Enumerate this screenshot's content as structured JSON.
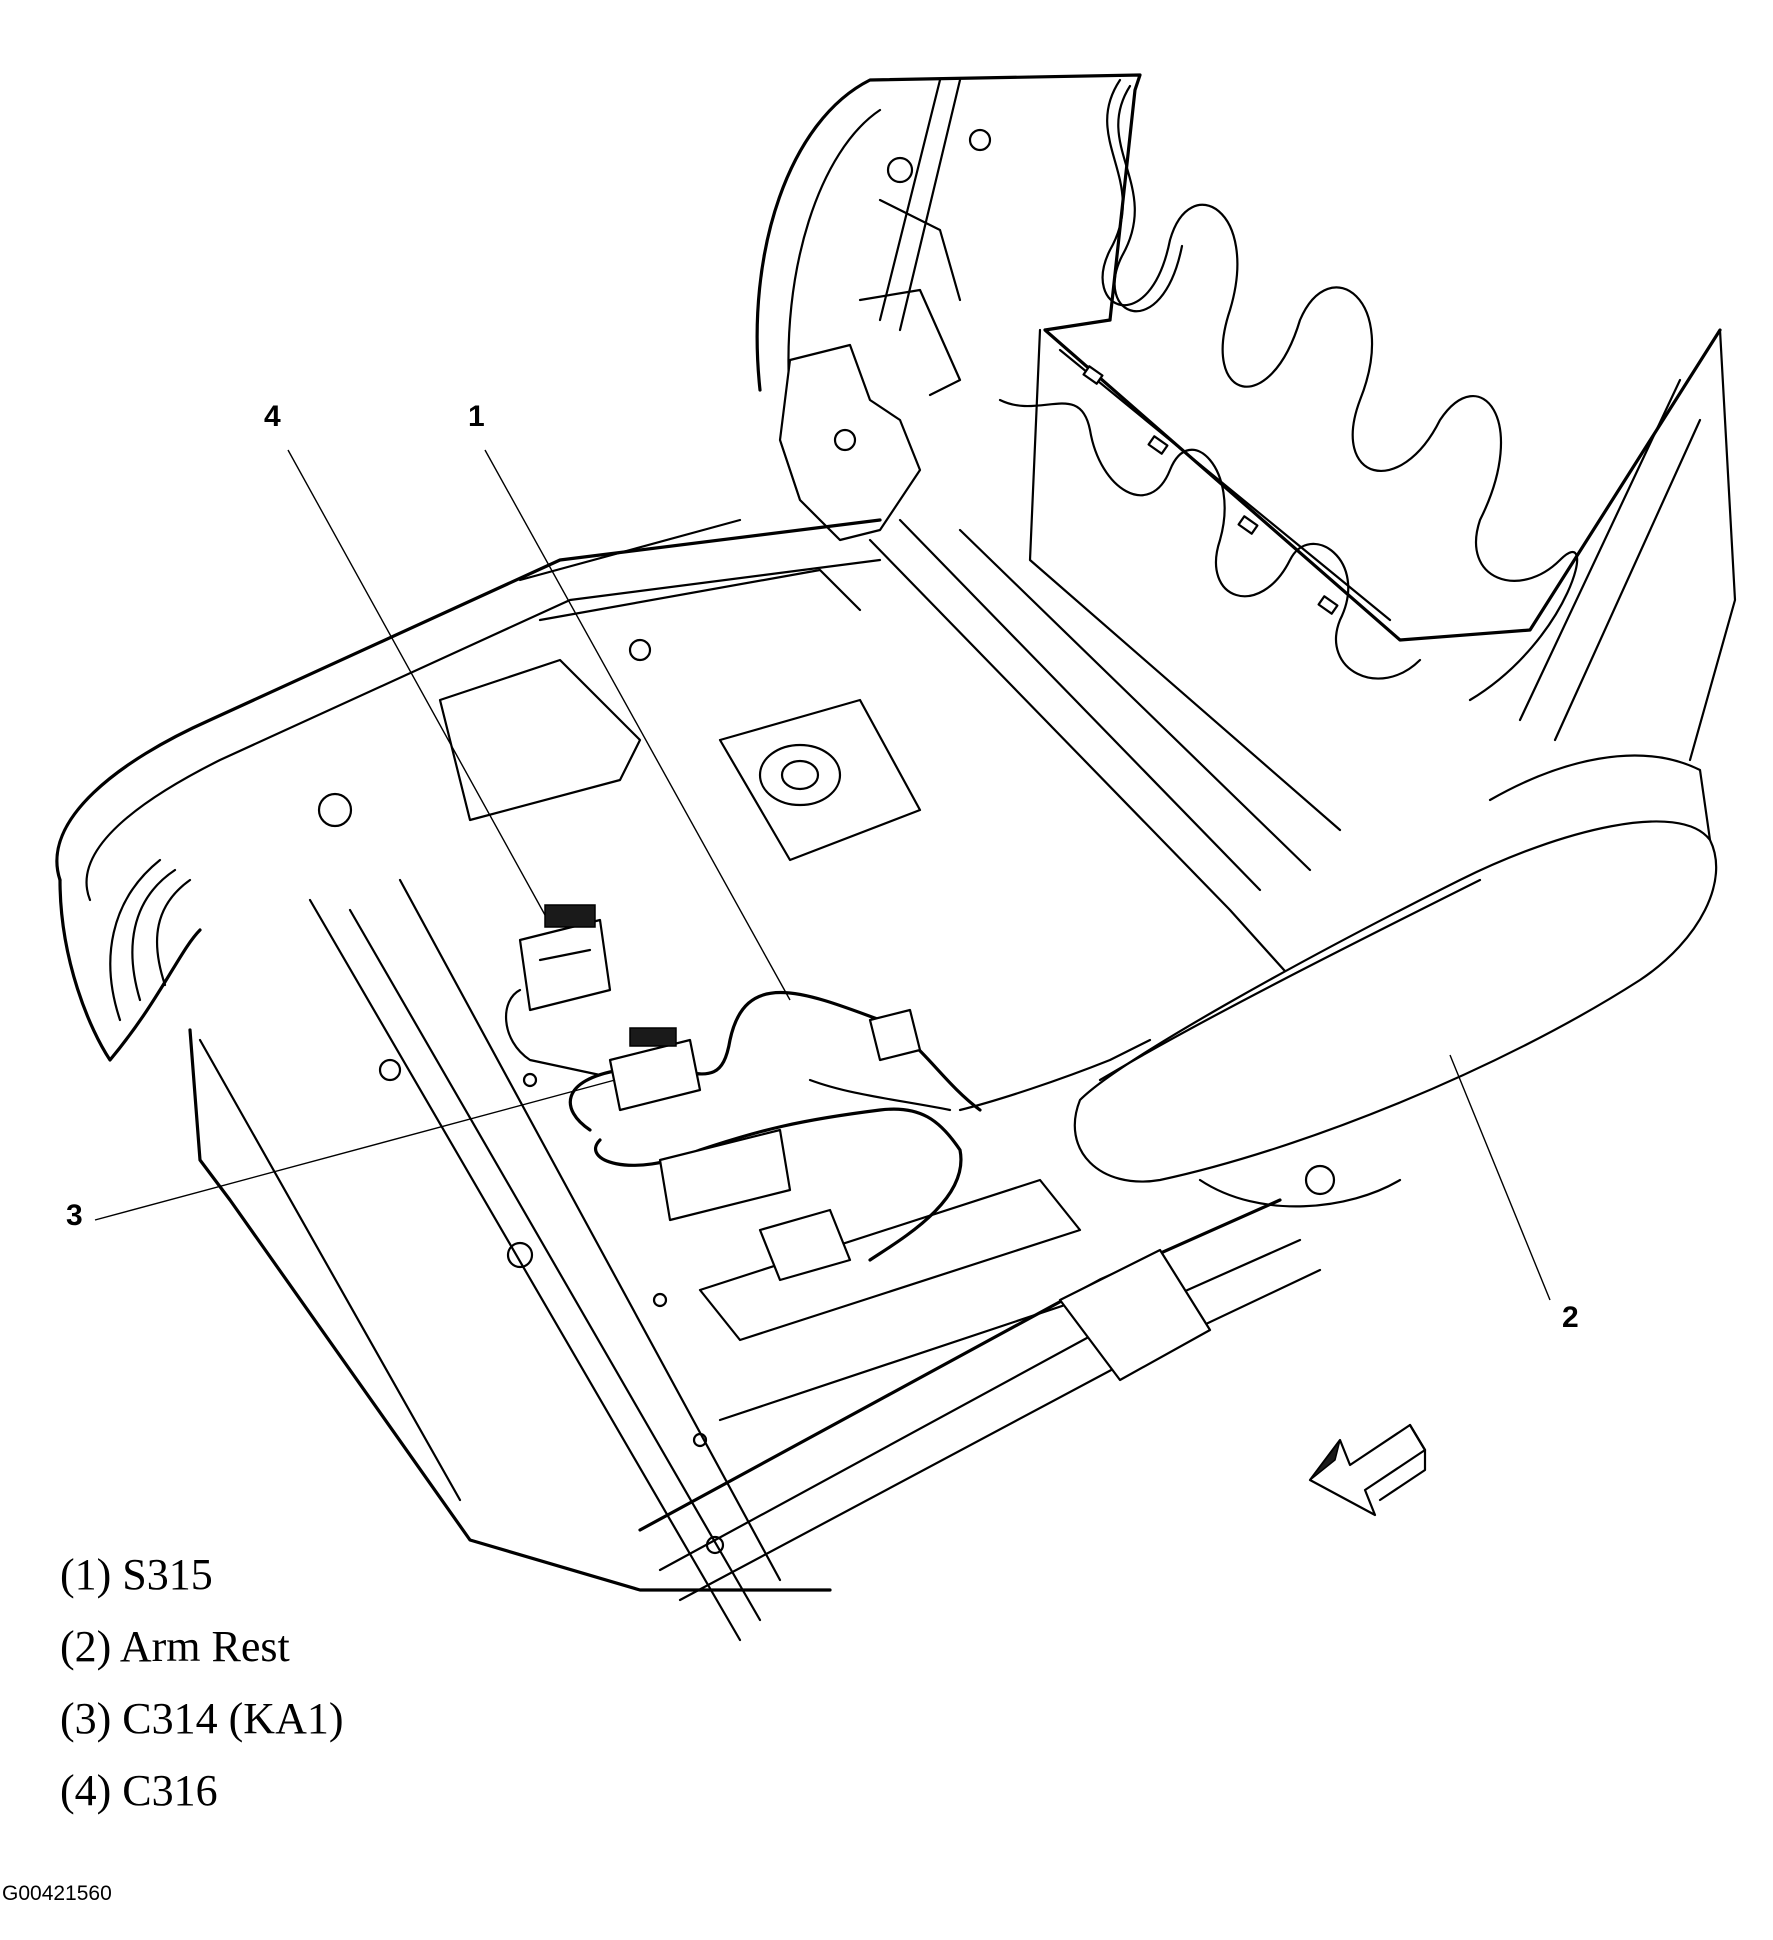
{
  "callouts": [
    {
      "id": "1",
      "label": "1"
    },
    {
      "id": "2",
      "label": "2"
    },
    {
      "id": "3",
      "label": "3"
    },
    {
      "id": "4",
      "label": "4"
    }
  ],
  "legend": [
    "(1) S315",
    "(2) Arm Rest",
    "(3) C314 (KA1)",
    "(4) C316"
  ],
  "figure_id": "G00421560",
  "colors": {
    "line": "#000000",
    "background": "#ffffff"
  },
  "icons": [
    "front-direction-arrow-icon"
  ]
}
